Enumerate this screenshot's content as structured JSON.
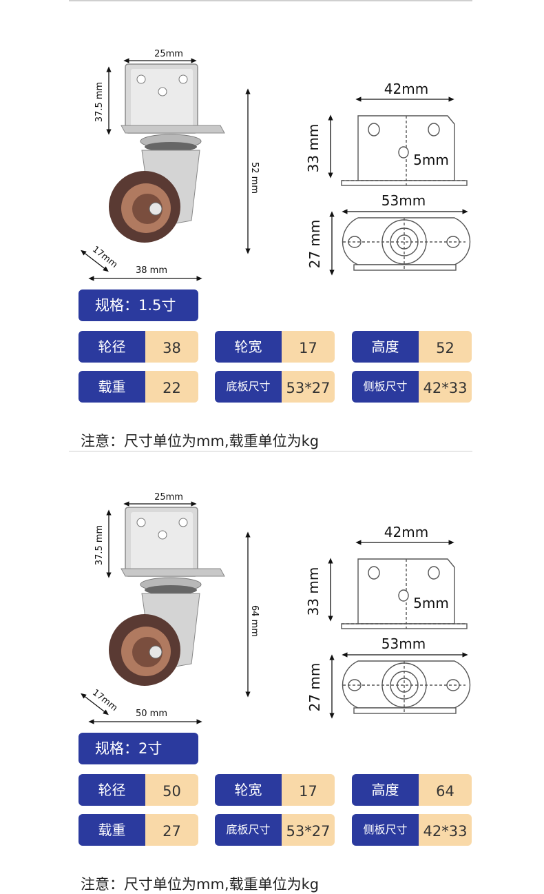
{
  "sections": [
    {
      "spec": "规格：1.5寸",
      "dims": {
        "top_width": "25mm",
        "bracket_height": "37.5 mm",
        "total_height": "52 mm",
        "wheel_width": "17mm",
        "wheel_diameter": "38 mm",
        "side_width": "42mm",
        "side_height": "33 mm",
        "hole": "5mm",
        "base_width": "53mm",
        "base_height": "27 mm"
      },
      "specs": [
        {
          "label": "轮径",
          "value": "38"
        },
        {
          "label": "轮宽",
          "value": "17"
        },
        {
          "label": "高度",
          "value": "52"
        },
        {
          "label": "载重",
          "value": "22"
        },
        {
          "label": "底板尺寸",
          "value": "53*27"
        },
        {
          "label": "侧板尺寸",
          "value": "42*33"
        }
      ],
      "note": "注意：尺寸单位为mm,载重单位为kg"
    },
    {
      "spec": "规格：2寸",
      "dims": {
        "top_width": "25mm",
        "bracket_height": "37.5 mm",
        "total_height": "64 mm",
        "wheel_width": "17mm",
        "wheel_diameter": "50 mm",
        "side_width": "42mm",
        "side_height": "33 mm",
        "hole": "5mm",
        "base_width": "53mm",
        "base_height": "27 mm"
      },
      "specs": [
        {
          "label": "轮径",
          "value": "50"
        },
        {
          "label": "轮宽",
          "value": "17"
        },
        {
          "label": "高度",
          "value": "64"
        },
        {
          "label": "载重",
          "value": "27"
        },
        {
          "label": "底板尺寸",
          "value": "53*27"
        },
        {
          "label": "侧板尺寸",
          "value": "42*33"
        }
      ],
      "note": "注意：尺寸单位为mm,载重单位为kg"
    }
  ],
  "colors": {
    "label_bg": "#2b3a9e",
    "value_bg": "#f9d9a8"
  }
}
